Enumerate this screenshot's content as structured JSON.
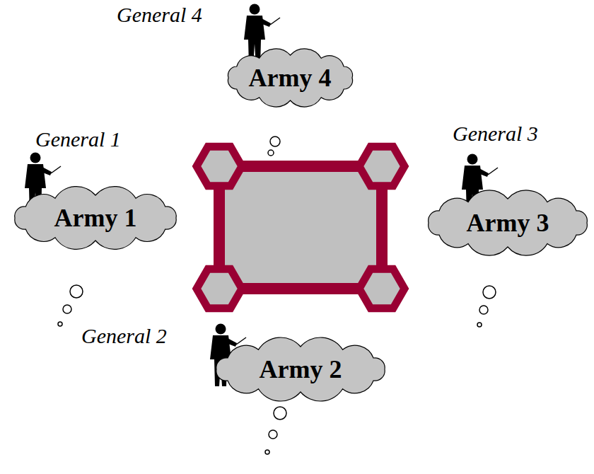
{
  "diagram": {
    "nodes": [
      {
        "text": [
          "Army 4"
        ]
      },
      {
        "text": [
          "Army 1"
        ]
      },
      {
        "text": [
          "Army 3"
        ]
      },
      {
        "text": [
          "Army 2"
        ]
      }
    ],
    "labels": [
      "General 4",
      "General 1",
      "General 3",
      "General 2"
    ]
  }
}
